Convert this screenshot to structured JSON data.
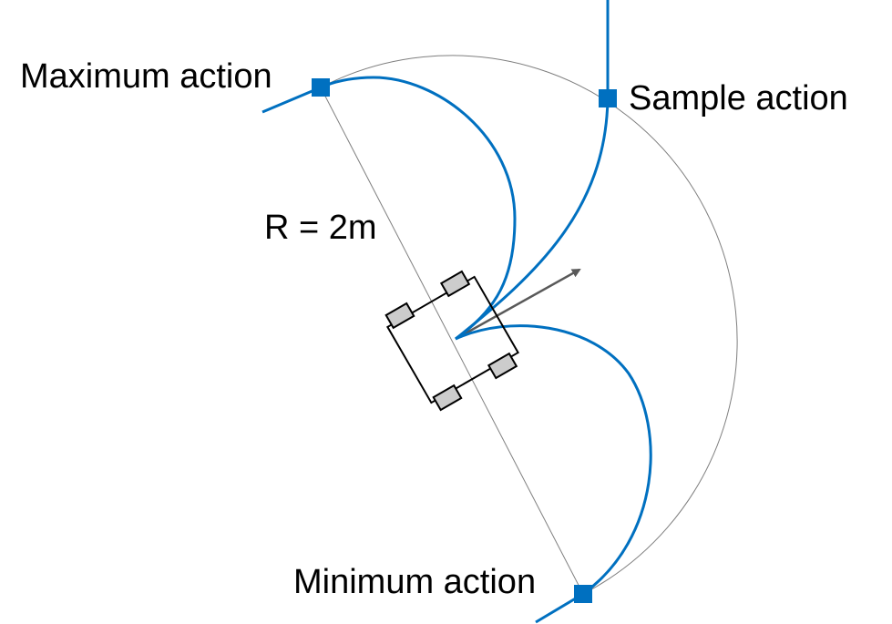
{
  "labels": {
    "max": "Maximum action",
    "sample": "Sample action",
    "min": "Minimum action",
    "radius": "R = 2m"
  },
  "colors": {
    "trajectory": "#0070C0",
    "marker": "#0070C0",
    "guide": "#7f7f7f",
    "robot_body": "#000000",
    "wheel_fill": "#cccccc",
    "heading_arrow": "#595959"
  },
  "icons": {
    "robot": "robot-icon",
    "heading": "heading-arrow-icon",
    "marker": "square-marker-icon"
  }
}
